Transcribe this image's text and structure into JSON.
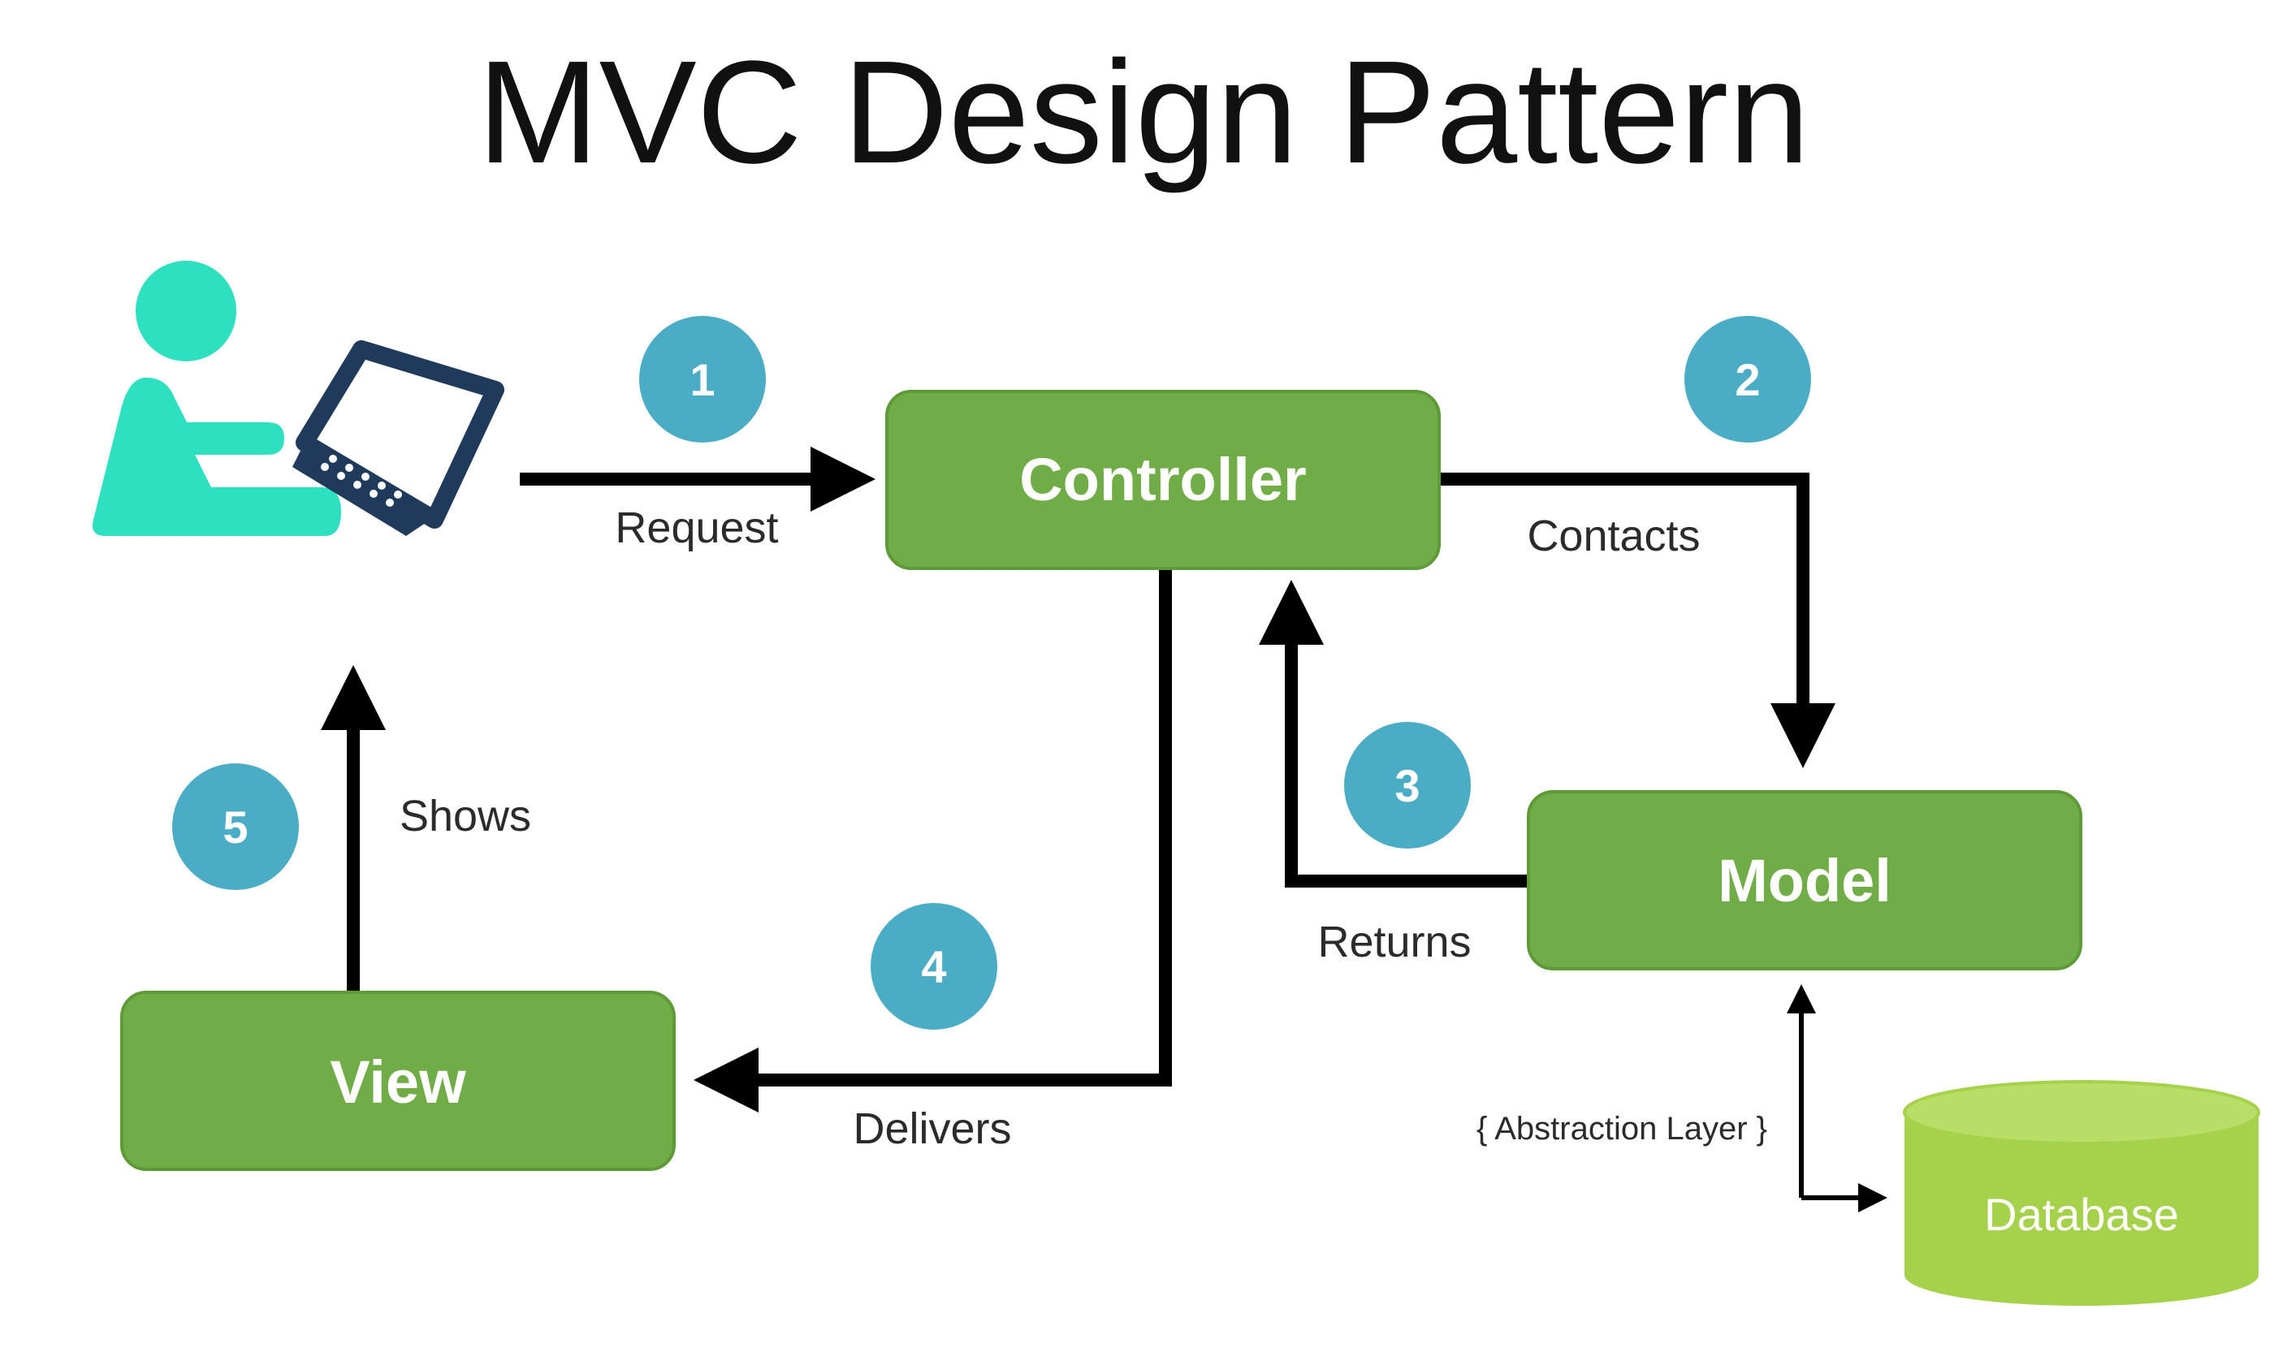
{
  "title": "MVC Design Pattern",
  "colors": {
    "box_fill": "#70ad47",
    "box_stroke": "#5e9b38",
    "badge_fill": "#4bacc6",
    "user_icon": "#2de0c0",
    "laptop": "#1f3a5a",
    "database_fill": "#a6d14b",
    "database_top": "#b9de68",
    "arrow": "#000000"
  },
  "nodes": {
    "controller": "Controller",
    "model": "Model",
    "view": "View",
    "database": "Database"
  },
  "edges": {
    "request": "Request",
    "contacts": "Contacts",
    "returns": "Returns",
    "delivers": "Delivers",
    "shows": "Shows",
    "abstraction": "{ Abstraction Layer }"
  },
  "steps": [
    "1",
    "2",
    "3",
    "4",
    "5"
  ],
  "icons": {
    "user": "user-at-laptop-icon"
  }
}
